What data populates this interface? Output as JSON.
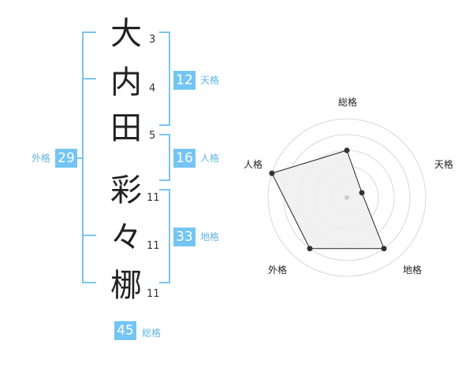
{
  "name": {
    "characters": [
      {
        "char": "大",
        "strokes": "3"
      },
      {
        "char": "内",
        "strokes": "4"
      },
      {
        "char": "田",
        "strokes": "5"
      },
      {
        "char": "彩",
        "strokes": "11"
      },
      {
        "char": "々",
        "strokes": "11"
      },
      {
        "char": "梛",
        "strokes": "11"
      }
    ]
  },
  "fortune": {
    "tenkaku": {
      "value": "12",
      "label": "天格"
    },
    "jinkaku": {
      "value": "16",
      "label": "人格"
    },
    "chikaku": {
      "value": "33",
      "label": "地格"
    },
    "gaikaku": {
      "value": "29",
      "label": "外格"
    },
    "soukaku": {
      "value": "45",
      "label": "総格"
    }
  },
  "radar": {
    "axes": [
      "総格",
      "天格",
      "地格",
      "外格",
      "人格"
    ],
    "values": [
      3,
      1,
      4,
      4,
      5
    ],
    "max": 5,
    "colors": {
      "fill": "#efefef",
      "stroke": "#222222",
      "grid": "#d8d8d8",
      "point": "#333333"
    }
  },
  "colors": {
    "bracket": "#7cc4ef",
    "badge": "#74c5f3",
    "badge_label": "#5fb4e6"
  }
}
